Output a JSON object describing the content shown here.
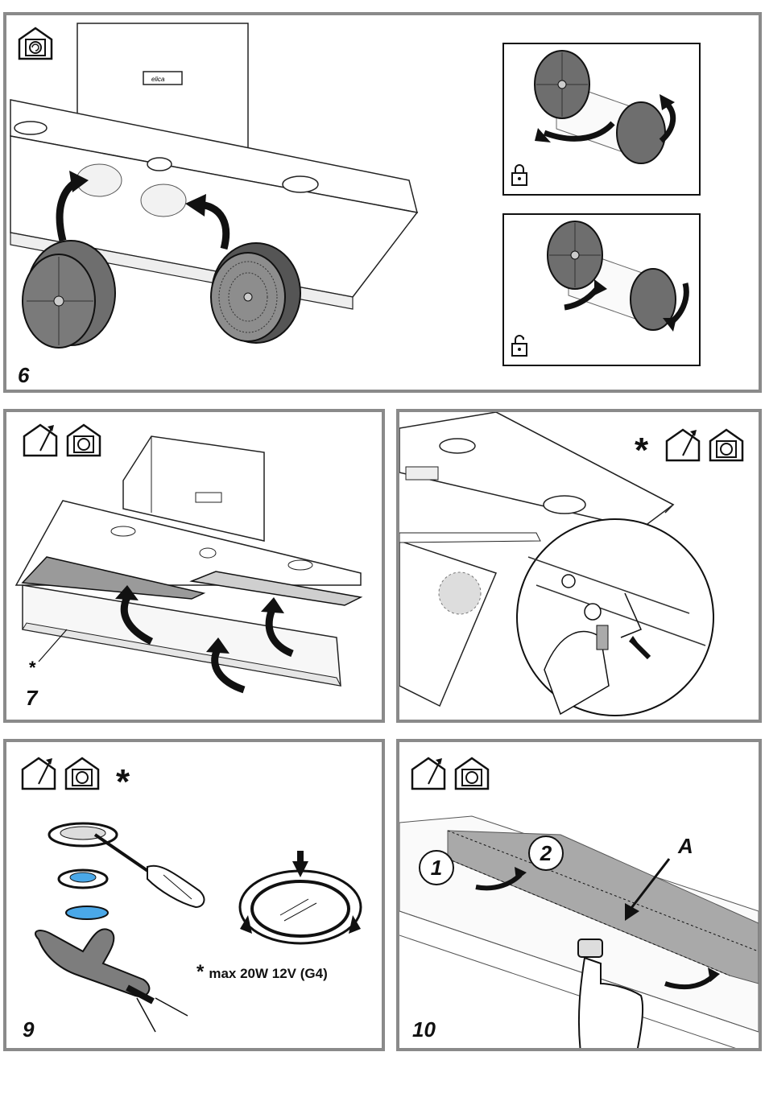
{
  "steps": {
    "s6": {
      "number": "6"
    },
    "s7": {
      "number": "7",
      "asterisk_label": "*"
    },
    "s8": {
      "asterisk": "*"
    },
    "s9": {
      "number": "9",
      "asterisk": "*",
      "note_star": "*",
      "note": "max 20W 12V (G4)"
    },
    "s10": {
      "number": "10",
      "label_a": "A",
      "callout_1": "1",
      "callout_2": "2"
    }
  },
  "icons": {
    "ducted": "house-chimney-icon",
    "recirculating": "house-filter-icon",
    "lock": "padlock-closed-icon",
    "unlock": "padlock-open-icon"
  },
  "colors": {
    "panel_border": "#8a8a8a",
    "filter_dark": "#6e6e6e",
    "glass_blue": "#4aa8e8",
    "glove_grey": "#7d7d7d",
    "strip_grey": "#a9a9a9"
  }
}
